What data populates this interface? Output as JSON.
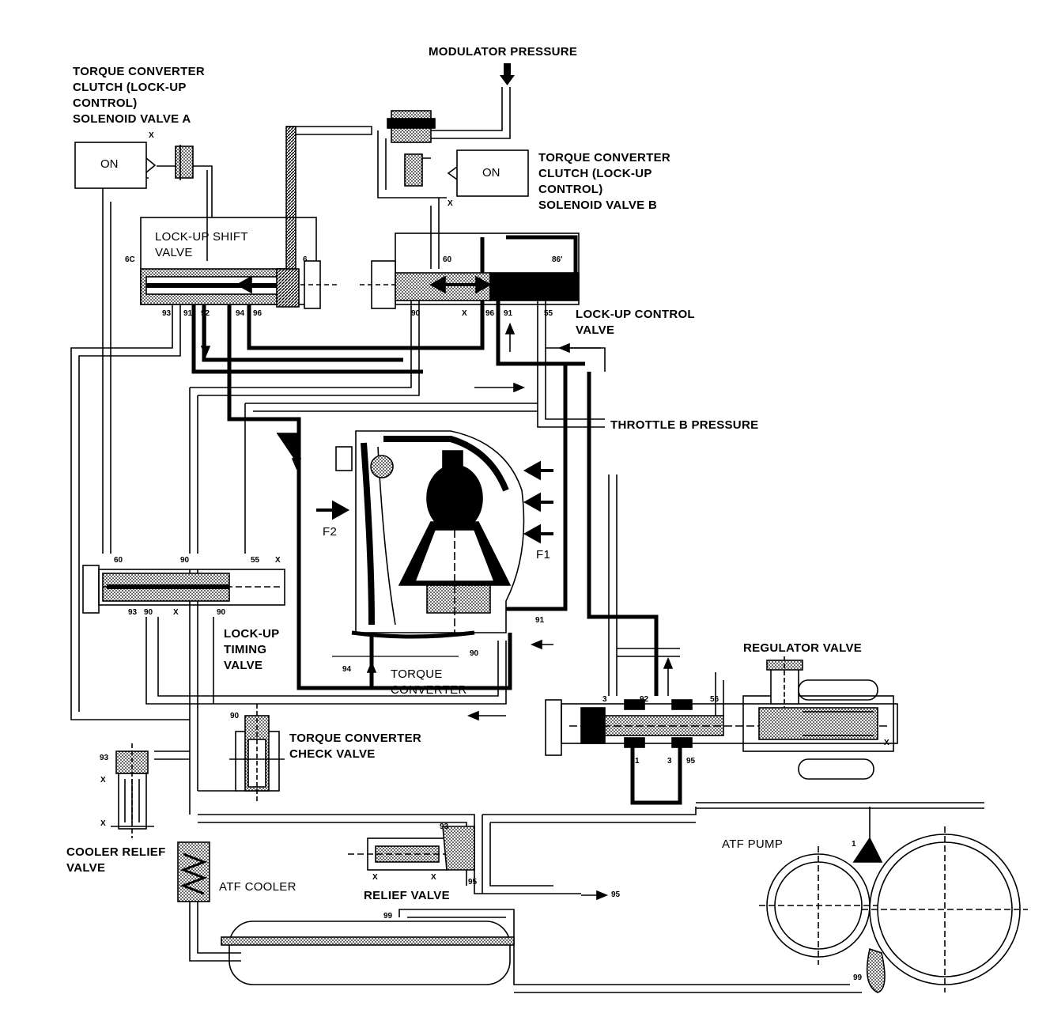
{
  "labels": {
    "modulator_pressure": "MODULATOR PRESSURE",
    "solenoid_a": [
      "TORQUE CONVERTER",
      "CLUTCH (LOCK-UP",
      "CONTROL)",
      "SOLENOID VALVE A"
    ],
    "solenoid_b": [
      "TORQUE CONVERTER",
      "CLUTCH (LOCK-UP",
      "CONTROL)",
      "SOLENOID VALVE B"
    ],
    "solenoid_a_state": "ON",
    "solenoid_b_state": "ON",
    "lockup_shift_valve": [
      "LOCK-UP SHIFT",
      "VALVE"
    ],
    "lockup_control_valve": [
      "LOCK-UP CONTROL",
      "VALVE"
    ],
    "throttle_b_pressure": "THROTTLE B PRESSURE",
    "f1": "F1",
    "f2": "F2",
    "lockup_timing_valve": [
      "LOCK-UP",
      "TIMING",
      "VALVE"
    ],
    "torque_converter": [
      "TORQUE",
      "CONVERTER"
    ],
    "regulator_valve": "REGULATOR VALVE",
    "tc_check_valve": [
      "TORQUE CONVERTER",
      "CHECK VALVE"
    ],
    "cooler_relief_valve": [
      "COOLER RELIEF",
      "VALVE"
    ],
    "atf_cooler": "ATF COOLER",
    "relief_valve": "RELIEF VALVE",
    "atf_pump": "ATF PUMP"
  },
  "port_numbers": {
    "shift_6c": "6C",
    "shift_6": "6",
    "shift_93": "93",
    "shift_91": "91",
    "shift_92": "92",
    "shift_94": "94",
    "shift_96": "96",
    "ctrl_60": "60",
    "ctrl_86": "86'",
    "ctrl_90": "90",
    "ctrl_96": "96",
    "ctrl_91": "91",
    "ctrl_55": "55",
    "timing_60": "60",
    "timing_90a": "90",
    "timing_55": "55",
    "timing_93": "93",
    "timing_90b": "90",
    "timing_90c": "90",
    "tc_91": "91",
    "tc_90": "90",
    "tc_94": "94",
    "check_90": "90",
    "cooler_93": "93",
    "reg_3a": "3",
    "reg_92": "92",
    "reg_56": "56",
    "reg_1a": "1",
    "reg_3b": "3",
    "reg_95": "95",
    "relief_93": "93",
    "relief_95": "95",
    "out_95": "95",
    "pump_1": "1",
    "pump_99": "99",
    "sump_99": "99"
  },
  "drain_marks": "X"
}
